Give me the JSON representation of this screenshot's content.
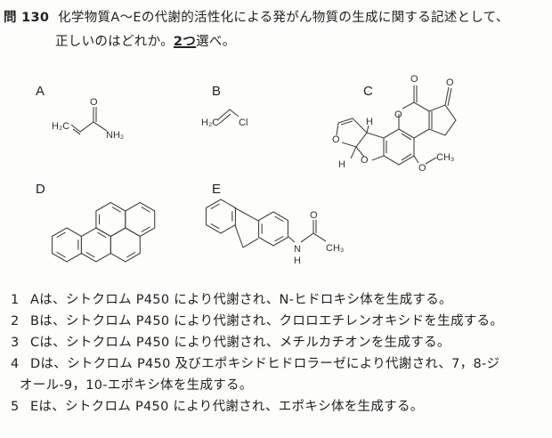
{
  "question": {
    "number": "問 130",
    "line1": "化学物質A～Eの代謝的活性化による発がん物質の生成に関する記述として、",
    "line2_pre": "正しいのはどれか。",
    "line2_em": "2つ",
    "line2_post": "選べ。"
  },
  "structures": {
    "A": {
      "label": "A",
      "atoms": [
        "H₂C",
        "O",
        "NH₂"
      ]
    },
    "B": {
      "label": "B",
      "atoms": [
        "H₂C",
        "Cl"
      ]
    },
    "C": {
      "label": "C",
      "atoms": [
        "O",
        "O",
        "O",
        "O",
        "O",
        "O",
        "CH₃",
        "H",
        "H"
      ]
    },
    "D": {
      "label": "D"
    },
    "E": {
      "label": "E",
      "atoms": [
        "N",
        "H",
        "O",
        "CH₃"
      ]
    }
  },
  "options": [
    {
      "num": "1",
      "text": "Aは、シトクロム P450 により代謝され、N-ヒドロキシ体を生成する。"
    },
    {
      "num": "2",
      "text": "Bは、シトクロム P450 により代謝され、クロロエチレンオキシドを生成する。"
    },
    {
      "num": "3",
      "text": "Cは、シトクロム P450 により代謝され、メチルカチオンを生成する。"
    },
    {
      "num": "4",
      "text": "Dは、シトクロム P450 及びエポキシドヒドロラーゼにより代謝され、7，8-ジ",
      "cont": "オール-9，10-エポキシ体を生成する。"
    },
    {
      "num": "5",
      "text": "Eは、シトクロム P450 により代謝され、エポキシ体を生成する。"
    }
  ]
}
